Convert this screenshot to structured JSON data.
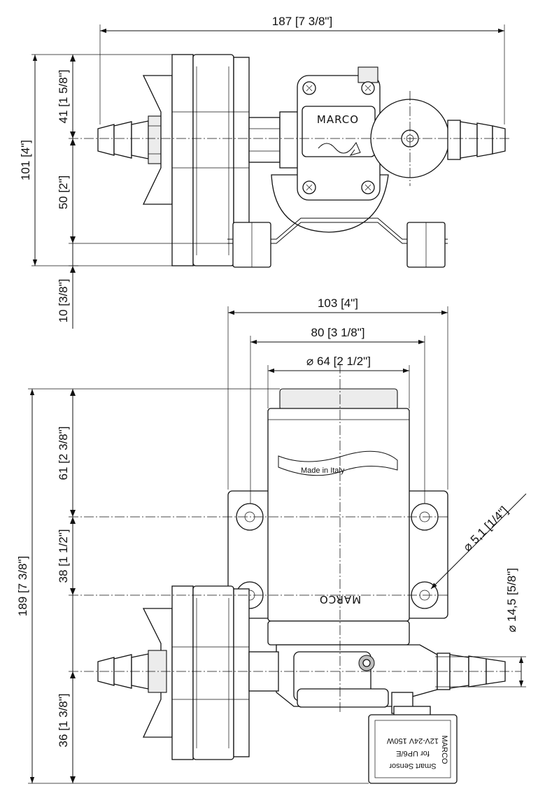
{
  "brand": {
    "logo_text": "MARCO",
    "made_in": "Made in Italy"
  },
  "sensor_label": {
    "line1": "Smart Sensor",
    "line2": "for UP6/E",
    "line3": "12V-24V 150W",
    "brand": "MARCO"
  },
  "top_view": {
    "dims": {
      "width_total": {
        "mm": "187",
        "in": "7 3/8\""
      },
      "height_total": {
        "mm": "101",
        "in": "4\""
      },
      "upper": {
        "mm": "41",
        "in": "1 5/8\""
      },
      "lower": {
        "mm": "50",
        "in": "2\""
      },
      "foot": {
        "mm": "10",
        "in": "3/8\""
      }
    }
  },
  "front_view": {
    "dims": {
      "mount_width": {
        "mm": "103",
        "in": "4\""
      },
      "hole_spacing": {
        "mm": "80",
        "in": "3 1/8\""
      },
      "motor_dia": {
        "sym": "⌀",
        "mm": "64",
        "in": "2 1/2\""
      },
      "total_height": {
        "mm": "189",
        "in": "7 3/8\""
      },
      "motor_top": {
        "mm": "61",
        "in": "2 3/8\""
      },
      "hole_pitch": {
        "mm": "38",
        "in": "1 1/2\""
      },
      "outlet_low": {
        "mm": "36",
        "in": "1 3/8\""
      },
      "hole_dia": {
        "sym": "⌀",
        "mm": "5,1",
        "in": "1/4\""
      },
      "hose_dia": {
        "sym": "⌀",
        "mm": "14,5",
        "in": "5/8\""
      }
    }
  }
}
